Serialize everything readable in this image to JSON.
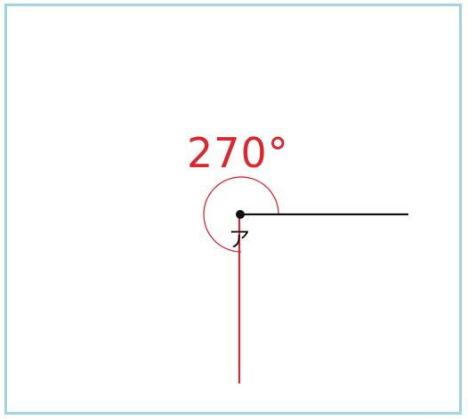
{
  "diagram": {
    "angle_text": "270°",
    "vertex_label": "ア",
    "angle_degrees": 270,
    "colors": {
      "frame": "#9fd3e6",
      "accent": "#e0262d",
      "ray": "#111111",
      "background": "#ffffff"
    }
  }
}
